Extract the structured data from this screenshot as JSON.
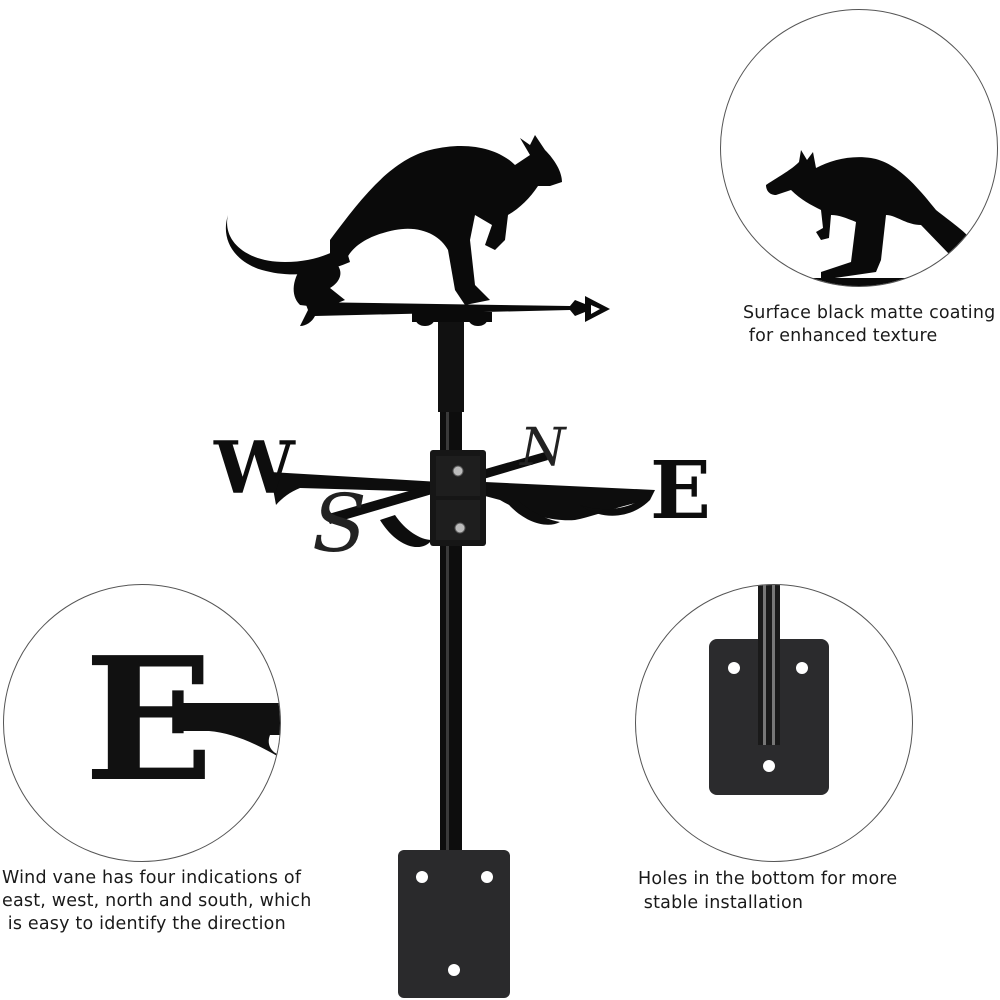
{
  "product": {
    "name": "Kangaroo Weathervane",
    "compass_letters": {
      "north": "N",
      "south": "S",
      "east": "E",
      "west": "W"
    }
  },
  "callouts": [
    {
      "id": "coating",
      "caption_line1": "Surface black matte coating",
      "caption_line2": " for enhanced texture",
      "detail_icon": "kangaroo-silhouette-icon"
    },
    {
      "id": "directions",
      "caption_line1": "Wind vane has four indications of",
      "caption_line2": "east, west, north and south, which",
      "caption_line3": " is easy to identify the direction",
      "detail_letter": "E"
    },
    {
      "id": "holes",
      "caption_line1": "Holes in the bottom for more",
      "caption_line2": " stable installation",
      "detail_icon": "mounting-plate-icon"
    }
  ],
  "colors": {
    "metal": "#0d0d0d",
    "plate": "#2a2a2c",
    "text": "#1a1a1a",
    "circle_border": "#555555"
  }
}
